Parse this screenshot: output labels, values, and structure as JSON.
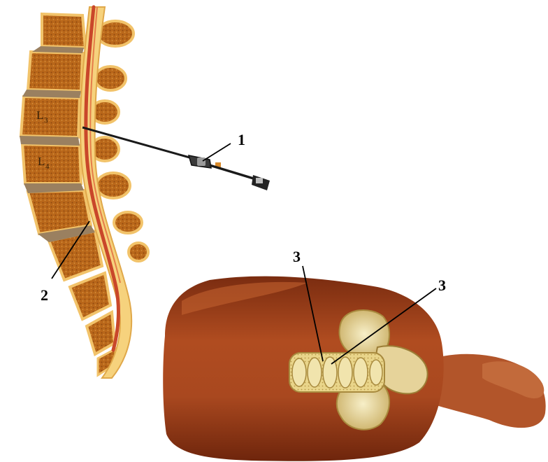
{
  "vertebra_labels": [
    {
      "letter": "L",
      "number": "3"
    },
    {
      "letter": "L",
      "number": "4"
    }
  ],
  "callouts": [
    {
      "text": "1"
    },
    {
      "text": "2"
    },
    {
      "text": "3"
    },
    {
      "text": "3"
    }
  ],
  "colors": {
    "vertebra_fill": "#b86a1c",
    "vertebra_edge": "#f2c36a",
    "disc": "#9a8060",
    "spinal_canal": "#f6d27d",
    "cord": "#c9472a",
    "skin": "#a9481f",
    "skin_shadow": "#7a2c10",
    "bone_pale": "#efe2a6",
    "needle": "#1a1a1a"
  }
}
